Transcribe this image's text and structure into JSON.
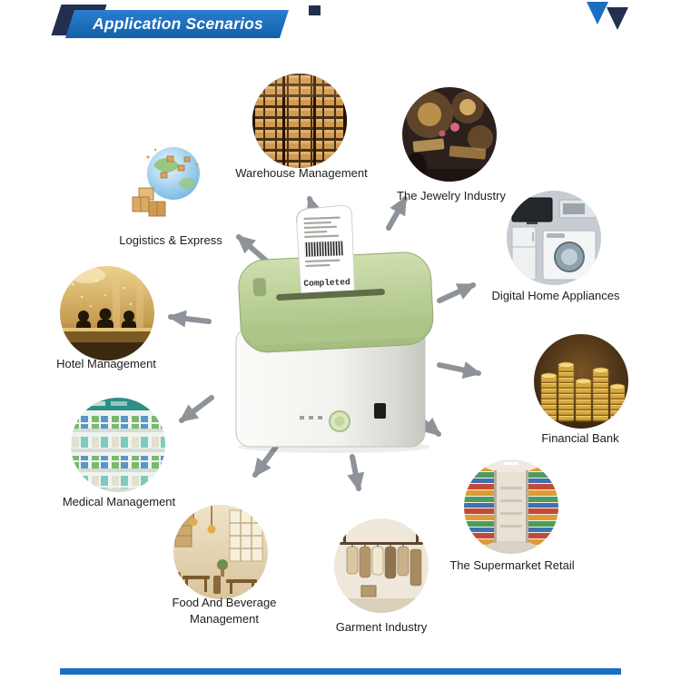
{
  "header": {
    "title": "Application Scenarios"
  },
  "printer": {
    "receipt_status": "Completed"
  },
  "scenarios": [
    {
      "id": "logistics",
      "label": "Logistics & Express"
    },
    {
      "id": "warehouse",
      "label": "Warehouse Management"
    },
    {
      "id": "jewelry",
      "label": "The Jewelry Industry"
    },
    {
      "id": "digital-home",
      "label": "Digital Home Appliances"
    },
    {
      "id": "hotel",
      "label": "Hotel Management"
    },
    {
      "id": "financial",
      "label": "Financial Bank"
    },
    {
      "id": "medical",
      "label": "Medical Management"
    },
    {
      "id": "supermarket",
      "label": "The Supermarket Retail"
    },
    {
      "id": "food",
      "label": "Food And Beverage Management"
    },
    {
      "id": "garment",
      "label": "Garment Industry"
    }
  ],
  "colors": {
    "accent_blue": "#1a6fc2",
    "navy": "#232f4e",
    "printer_green": "#b6cc92",
    "arrow_gray": "#8d9399"
  }
}
